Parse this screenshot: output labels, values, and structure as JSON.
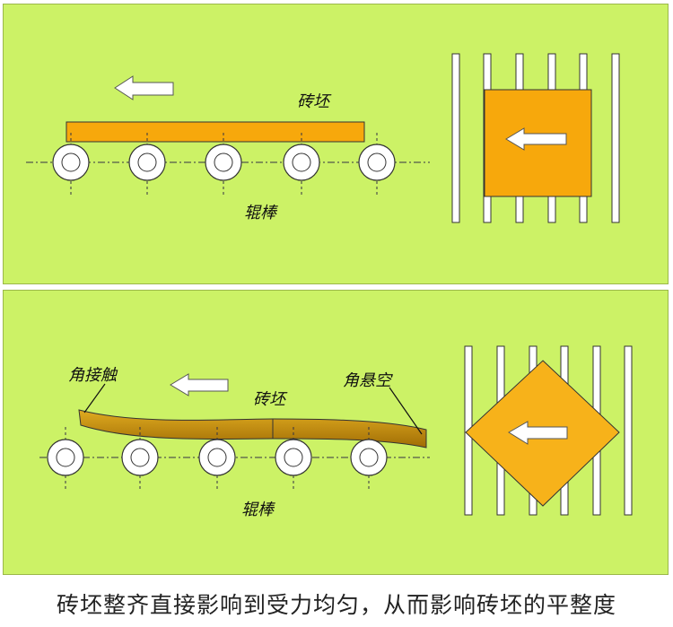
{
  "top_panel": {
    "label_brick": "砖坯",
    "label_roller": "辊棒"
  },
  "bottom_panel": {
    "label_corner_contact": "角接触",
    "label_brick": "砖坯",
    "label_corner_hanging": "角悬空",
    "label_roller": "辊棒"
  },
  "caption": "砖坯整齐直接影响到受力均匀，从而影响砖坯的平整度",
  "colors": {
    "background": "#ccf266",
    "brick_flat": "#f7a80c",
    "brick_warped": "#c8930a",
    "diamond": "#f7b21a",
    "arrow": "#ffffff"
  }
}
